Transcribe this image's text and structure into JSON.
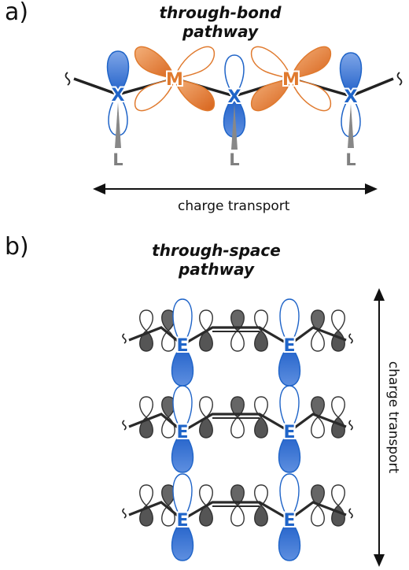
{
  "panel_a": {
    "letter": "a)",
    "title": "through-bond pathway",
    "axis_label": "charge transport",
    "atoms": {
      "bridge": "X",
      "metal": "M",
      "ligand": "L"
    }
  },
  "panel_b": {
    "letter": "b)",
    "title": "through-space pathway",
    "axis_label": "charge transport",
    "atoms": {
      "stack": "E"
    }
  },
  "colors": {
    "blue": "#1f64c8",
    "blue_fill": "#2f6fd6",
    "orange": "#e07a2e",
    "gray": "#808080",
    "dark": "#2a2a2a"
  }
}
